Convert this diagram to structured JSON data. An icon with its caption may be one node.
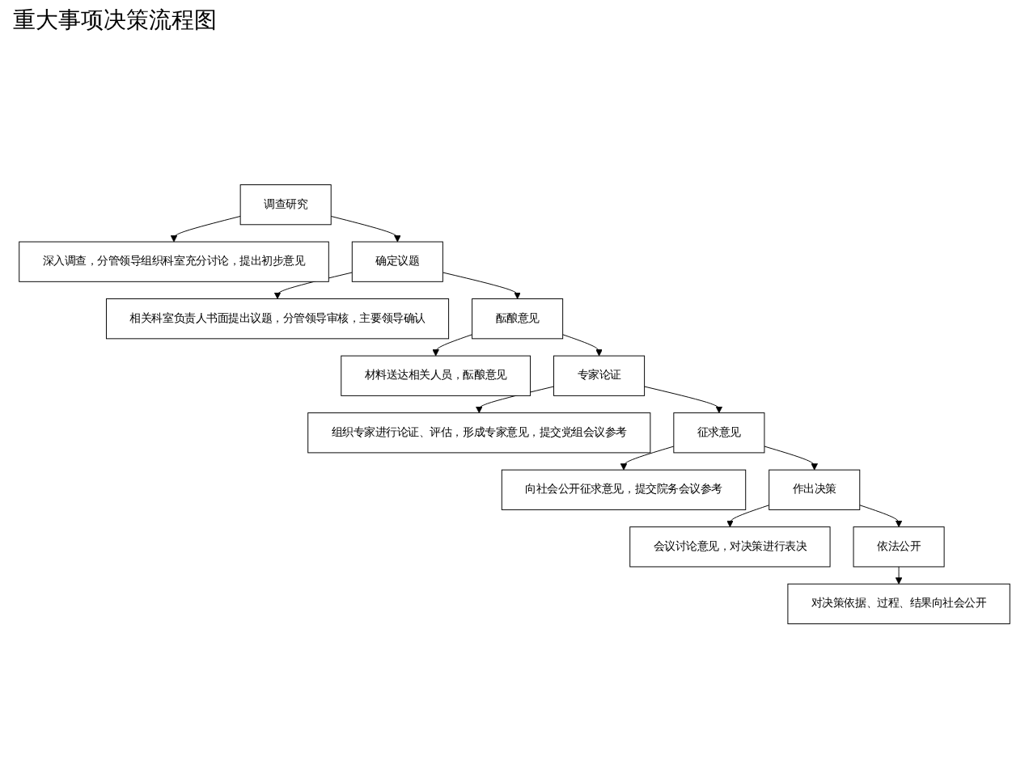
{
  "diagram": {
    "title": "重大事项决策流程图",
    "nodes": [
      {
        "text": [
          "调查研究"
        ]
      },
      {
        "text": [
          "深入调查，分管领导组织科室充分讨论，提出初步意见"
        ]
      },
      {
        "text": [
          "确定议题"
        ]
      },
      {
        "text": [
          "相关科室负责人书面提出议题，分管领导审核，主要领导确认"
        ]
      },
      {
        "text": [
          "酝酿意见"
        ]
      },
      {
        "text": [
          "材料送达相关人员，酝酿意见"
        ]
      },
      {
        "text": [
          "专家论证"
        ]
      },
      {
        "text": [
          "组织专家进行论证、评估，形成专家意见，提交党组会议参考"
        ]
      },
      {
        "text": [
          "征求意见"
        ]
      },
      {
        "text": [
          "向社会公开征求意见，提交院务会议参考"
        ]
      },
      {
        "text": [
          "作出决策"
        ]
      },
      {
        "text": [
          "会议讨论意见，对决策进行表决"
        ]
      },
      {
        "text": [
          "依法公开"
        ]
      },
      {
        "text": [
          "对决策依据、过程、结果向社会公开"
        ]
      }
    ],
    "edges": [
      {
        "from": 0,
        "to": 1,
        "arrow": "to"
      },
      {
        "from": 0,
        "to": 2,
        "arrow": "to"
      },
      {
        "from": 2,
        "to": 3,
        "arrow": "to"
      },
      {
        "from": 2,
        "to": 4,
        "arrow": "to"
      },
      {
        "from": 4,
        "to": 5,
        "arrow": "to"
      },
      {
        "from": 4,
        "to": 6,
        "arrow": "to"
      },
      {
        "from": 6,
        "to": 7,
        "arrow": "to"
      },
      {
        "from": 6,
        "to": 8,
        "arrow": "to"
      },
      {
        "from": 8,
        "to": 9,
        "arrow": "to"
      },
      {
        "from": 8,
        "to": 10,
        "arrow": "to"
      },
      {
        "from": 10,
        "to": 11,
        "arrow": "to"
      },
      {
        "from": 10,
        "to": 12,
        "arrow": "to"
      },
      {
        "from": 12,
        "to": 13,
        "arrow": "to"
      }
    ]
  }
}
